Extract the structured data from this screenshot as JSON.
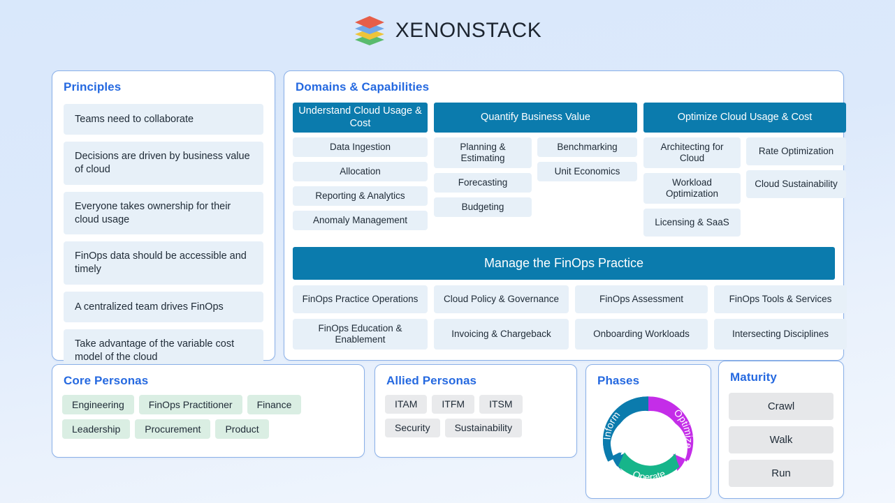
{
  "brand": {
    "name": "XENONSTACK",
    "logo_icon": "stacked-layers-logo",
    "logo_colors": [
      "#e8533a",
      "#6aa3e8",
      "#f0c22a",
      "#4fb862"
    ]
  },
  "theme": {
    "page_bg_top": "#d9e8fb",
    "page_bg_bottom": "#f2f7fe",
    "panel_border": "#8ab0e8",
    "title_blue": "#2569e0",
    "header_bar_blue": "#0b7bad",
    "chip_blue": "#e7f0f8",
    "chip_green": "#daeee3",
    "chip_gray": "#e9eaec",
    "maturity_gray": "#e6e7e9"
  },
  "principles": {
    "title": "Principles",
    "items": [
      "Teams need to collaborate",
      "Decisions are driven by business value of cloud",
      "Everyone takes ownership for their cloud usage",
      "FinOps data should be accessible and timely",
      "A centralized team drives FinOps",
      "Take advantage of the variable cost model of the cloud"
    ]
  },
  "domains": {
    "title": "Domains & Capabilities",
    "groups": [
      {
        "header": "Understand Cloud Usage & Cost",
        "columns": [
          [
            "Data Ingestion",
            "Allocation",
            "Reporting & Analytics",
            "Anomaly Management"
          ]
        ]
      },
      {
        "header": "Quantify Business Value",
        "columns": [
          [
            "Planning & Estimating",
            "Forecasting",
            "Budgeting"
          ],
          [
            "Benchmarking",
            "Unit Economics"
          ]
        ]
      },
      {
        "header": "Optimize Cloud Usage & Cost",
        "columns": [
          [
            "Architecting for Cloud",
            "Workload Optimization",
            "Licensing & SaaS"
          ],
          [
            "Rate Optimization",
            "Cloud Sustainability"
          ]
        ]
      }
    ],
    "manage": {
      "header": "Manage the FinOps Practice",
      "items": [
        "FinOps Practice Operations",
        "Cloud Policy & Governance",
        "FinOps Assessment",
        "FinOps Tools & Services",
        "FinOps Education & Enablement",
        "Invoicing & Chargeback",
        "Onboarding Workloads",
        "Intersecting Disciplines"
      ]
    }
  },
  "core_personas": {
    "title": "Core Personas",
    "rows": [
      [
        "Engineering",
        "FinOps Practitioner",
        "Finance"
      ],
      [
        "Leadership",
        "Procurement",
        "Product"
      ]
    ]
  },
  "allied_personas": {
    "title": "Allied Personas",
    "rows": [
      [
        "ITAM",
        "ITFM",
        "ITSM"
      ],
      [
        "Security",
        "Sustainability"
      ]
    ]
  },
  "phases": {
    "title": "Phases",
    "segments": [
      {
        "label": "Inform",
        "color": "#0b7bad"
      },
      {
        "label": "Optimize",
        "color": "#c42de8"
      },
      {
        "label": "Operate",
        "color": "#16b58a"
      }
    ]
  },
  "maturity": {
    "title": "Maturity",
    "items": [
      "Crawl",
      "Walk",
      "Run"
    ]
  }
}
